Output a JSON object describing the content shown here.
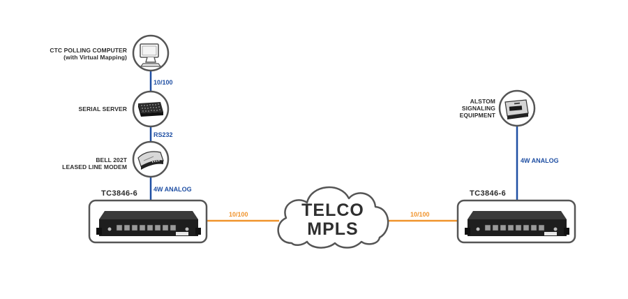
{
  "colors": {
    "blue_link": "#1f4fa3",
    "orange_link": "#f0932b",
    "outline": "#555555",
    "device_body": "#1e1e1e"
  },
  "nodes": {
    "ctc_computer": {
      "line1": "CTC POLLING COMPUTER",
      "line2": "(with Virtual Mapping)",
      "icon": "monitor-icon"
    },
    "serial_server": {
      "label": "SERIAL SERVER",
      "icon": "serial-server-icon"
    },
    "modem": {
      "line1": "BELL 202T",
      "line2": "LEASED LINE MODEM",
      "icon": "modem-icon"
    },
    "tc_left": {
      "label": "TC3846-6",
      "icon": "switch-icon"
    },
    "cloud": {
      "line1": "TELCO",
      "line2": "MPLS",
      "icon": "cloud-icon"
    },
    "tc_right": {
      "label": "TC3846-6",
      "icon": "switch-icon"
    },
    "alstom": {
      "line1": "ALSTOM",
      "line2": "SIGNALING",
      "line3": "EQUIPMENT",
      "icon": "signaling-equipment-icon"
    }
  },
  "links": {
    "ctc_to_serial": "10/100",
    "serial_to_modem": "RS232",
    "modem_to_tc": "4W ANALOG",
    "tc_left_to_cloud": "10/100",
    "cloud_to_tc_right": "10/100",
    "alstom_to_tc": "4W ANALOG"
  }
}
